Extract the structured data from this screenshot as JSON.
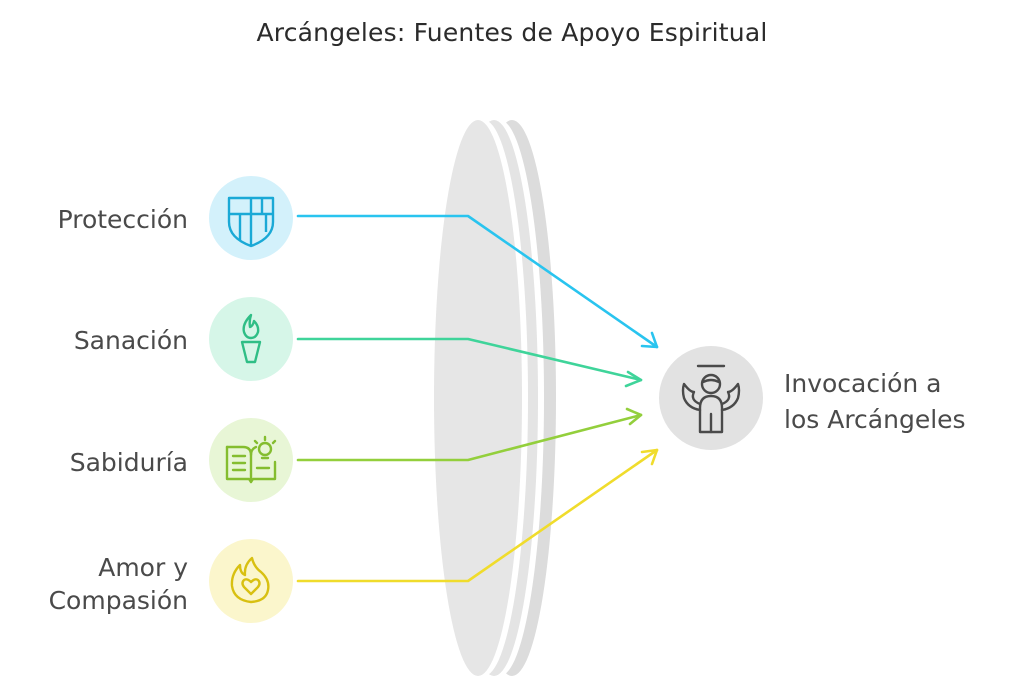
{
  "title": "Arcángeles: Fuentes de Apoyo Espiritual",
  "sources": [
    {
      "label": "Protección",
      "icon": "shield-icon",
      "color": "#29c4ef",
      "bg": "#d3f1fb"
    },
    {
      "label": "Sanación",
      "icon": "torch-icon",
      "color": "#3fd49a",
      "bg": "#d6f6e8"
    },
    {
      "label": "Sabiduría",
      "icon": "book-lightbulb-icon",
      "color": "#93cf3c",
      "bg": "#e8f6d6"
    },
    {
      "label": "Amor y",
      "label2": "Compasión",
      "icon": "flame-heart-icon",
      "color": "#f0dc2c",
      "bg": "#fbf6cc"
    }
  ],
  "target": {
    "line1": "Invocación a",
    "line2": "los Arcángeles",
    "icon": "angel-icon",
    "bg": "#e2e2e2"
  }
}
